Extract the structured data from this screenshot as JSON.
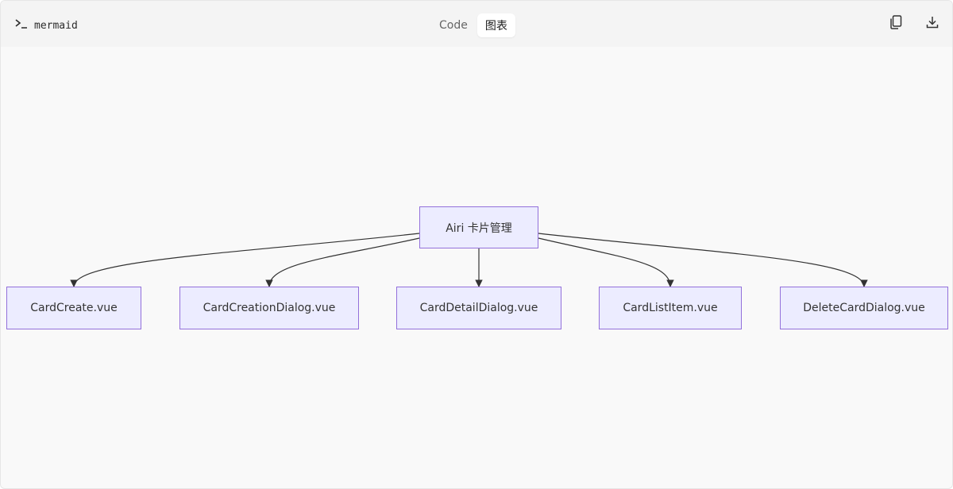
{
  "header": {
    "language_icon": "terminal-prompt-icon",
    "language_label": "mermaid",
    "tabs": [
      {
        "label": "Code",
        "active": false
      },
      {
        "label": "图表",
        "active": true
      }
    ],
    "actions": {
      "copy_icon": "copy-icon",
      "download_icon": "download-icon"
    }
  },
  "diagram": {
    "type": "flowchart",
    "direction": "TD",
    "node_fill": "#ececff",
    "node_stroke": "#9370db",
    "edge_color": "#333333",
    "root": {
      "id": "root",
      "label": "Airi 卡片管理"
    },
    "children": [
      {
        "id": "c1",
        "label": "CardCreate.vue"
      },
      {
        "id": "c2",
        "label": "CardCreationDialog.vue"
      },
      {
        "id": "c3",
        "label": "CardDetailDialog.vue"
      },
      {
        "id": "c4",
        "label": "CardListItem.vue"
      },
      {
        "id": "c5",
        "label": "DeleteCardDialog.vue"
      }
    ]
  }
}
